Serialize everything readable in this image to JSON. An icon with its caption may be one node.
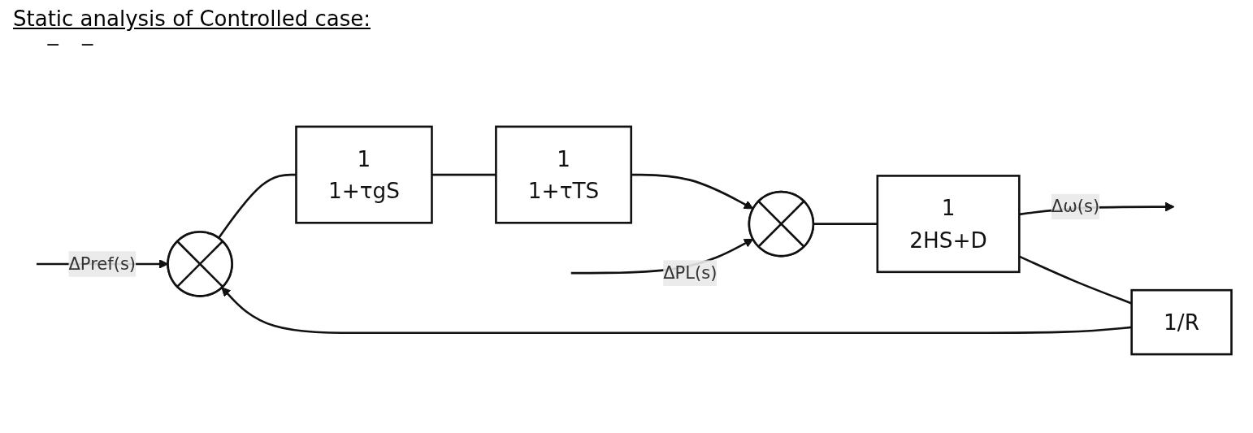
{
  "diagram": {
    "title": "Static analysis of Controlled case:",
    "nodes": [
      {
        "text": [],
        "shape": "circle"
      },
      {
        "text": [
          "1",
          "1+τgS"
        ]
      },
      {
        "text": [
          "1",
          "1+τTS"
        ]
      },
      {
        "text": [],
        "shape": "circle"
      },
      {
        "text": [
          "1",
          "2HS+D"
        ]
      },
      {
        "text": [
          "1/R"
        ]
      }
    ],
    "edges": [
      {
        "from": null,
        "to": 0,
        "arrow": "to",
        "label": "ΔPref(s)"
      },
      {
        "from": 0,
        "to": 1,
        "arrow": "none"
      },
      {
        "from": 1,
        "to": 2,
        "arrow": "none"
      },
      {
        "from": 2,
        "to": 3,
        "arrow": "to"
      },
      {
        "from": null,
        "to": 3,
        "arrow": "to",
        "label": "ΔPL(s)"
      },
      {
        "from": 3,
        "to": 4,
        "arrow": "none"
      },
      {
        "from": 4,
        "to": null,
        "arrow": "to",
        "label": "Δω(s)"
      },
      {
        "from": 4,
        "to": 5,
        "arrow": "none"
      },
      {
        "from": 5,
        "to": 0,
        "arrow": "to"
      }
    ],
    "labels": [
      "−",
      "−"
    ]
  }
}
